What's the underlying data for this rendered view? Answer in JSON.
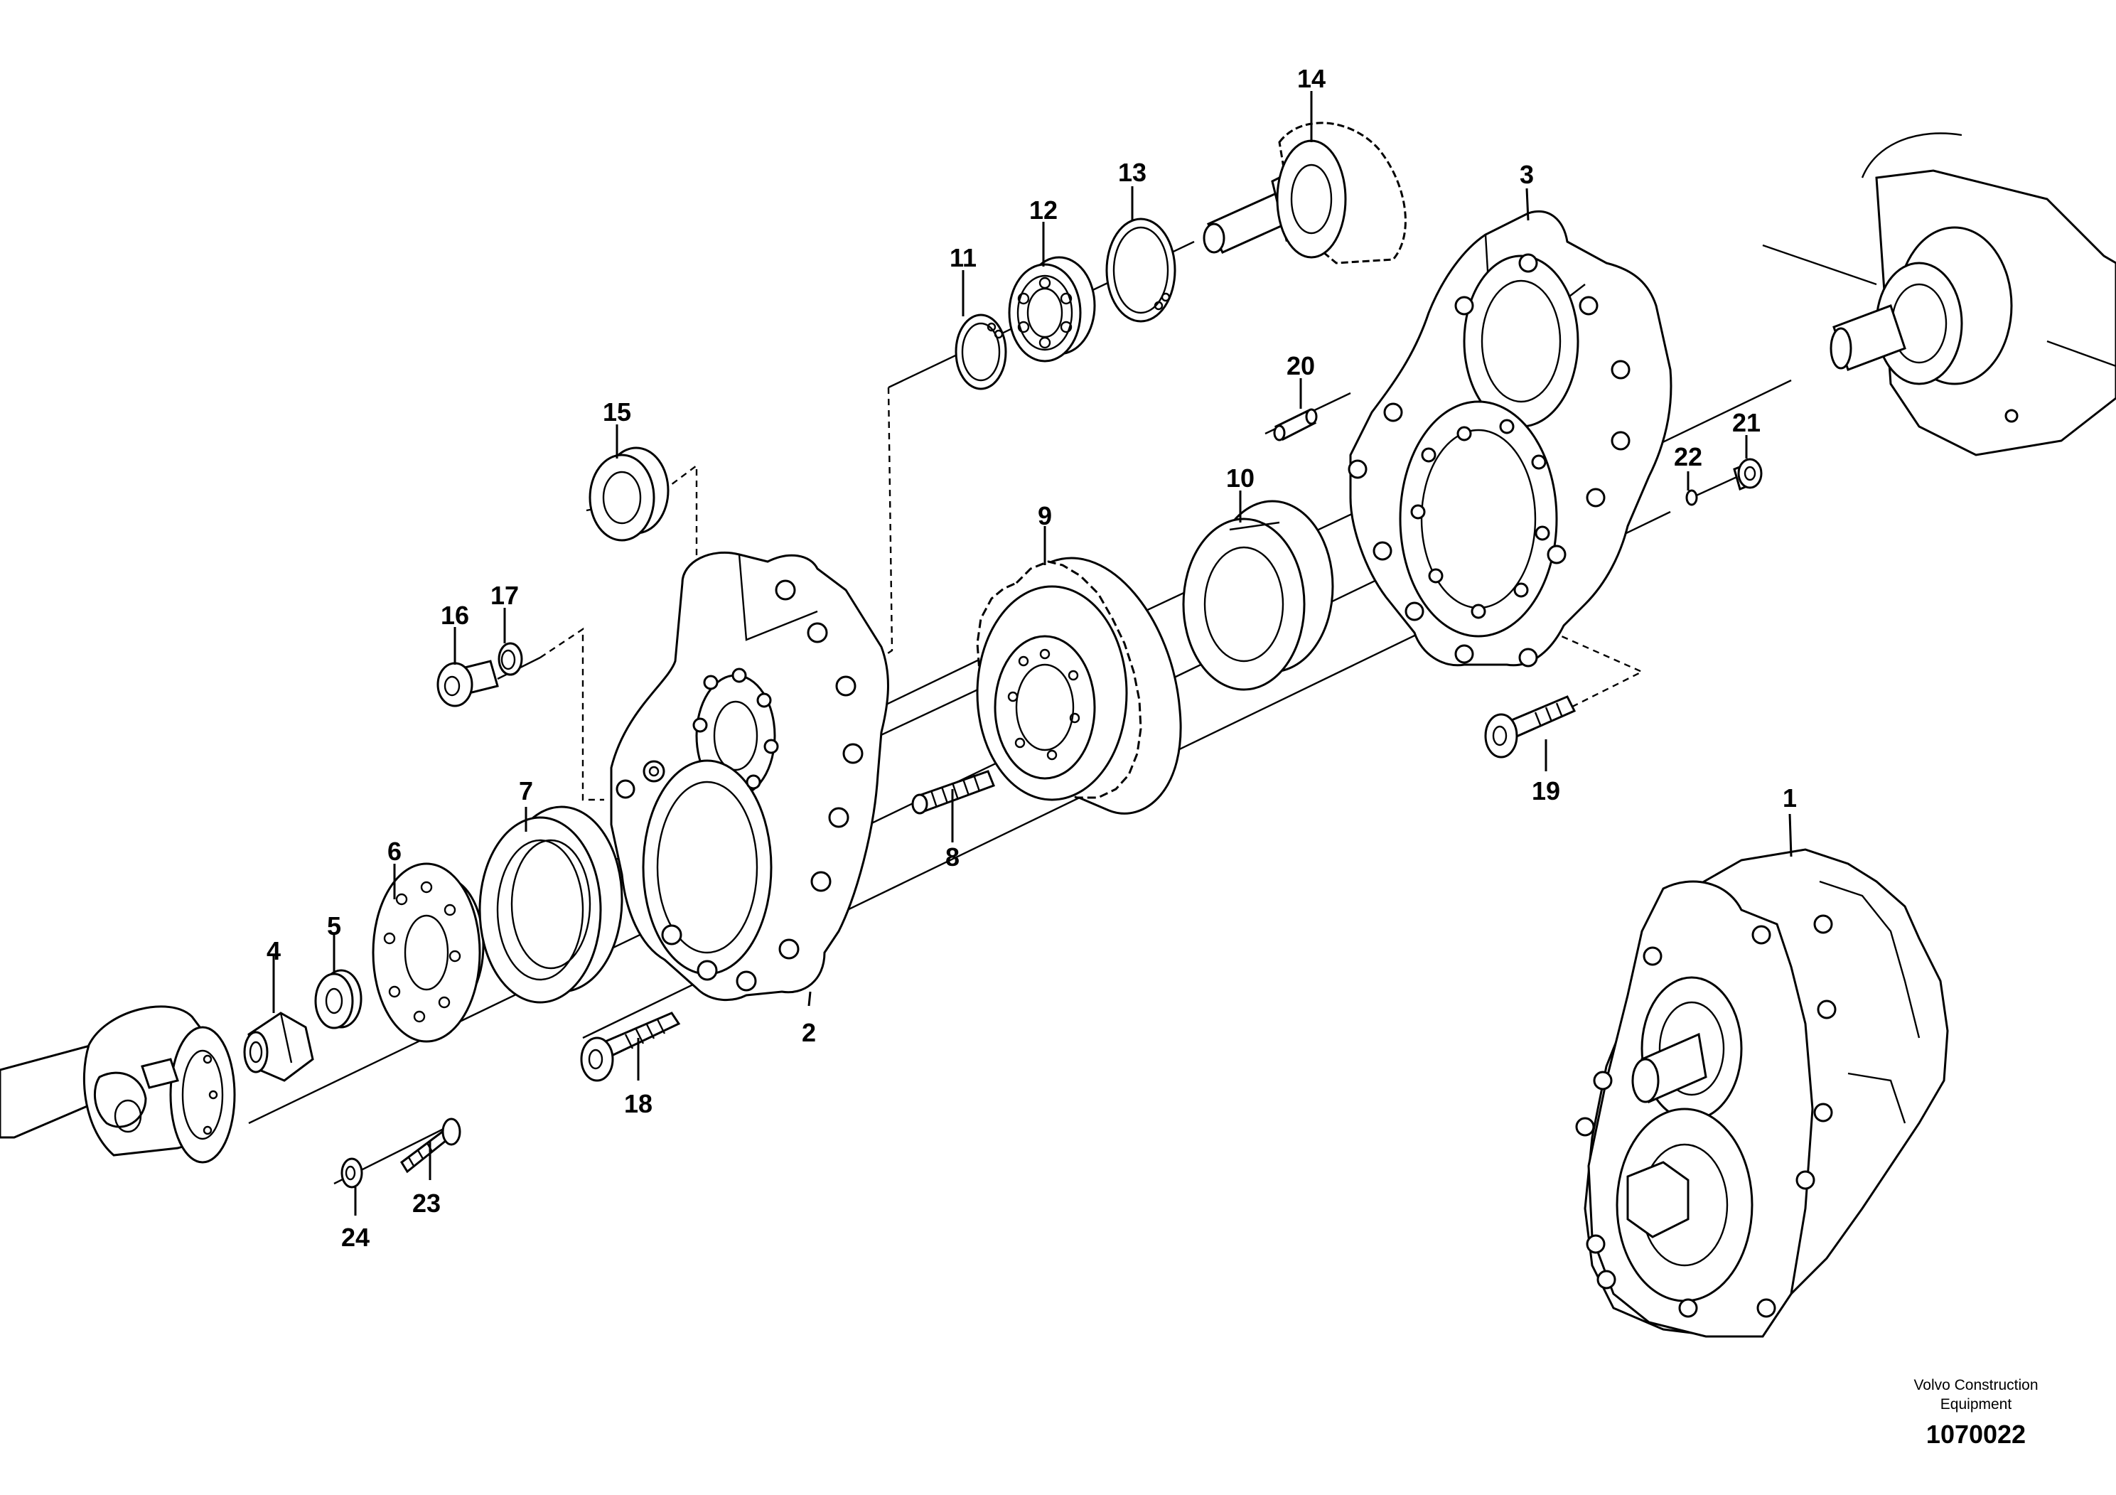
{
  "diagram": {
    "callouts": [
      "1",
      "2",
      "3",
      "4",
      "5",
      "6",
      "7",
      "8",
      "9",
      "10",
      "11",
      "12",
      "13",
      "14",
      "15",
      "16",
      "17",
      "18",
      "19",
      "20",
      "21",
      "22",
      "23",
      "24"
    ],
    "credit_line1": "Volvo Construction",
    "credit_line2": "Equipment",
    "doc_number": "1070022"
  }
}
